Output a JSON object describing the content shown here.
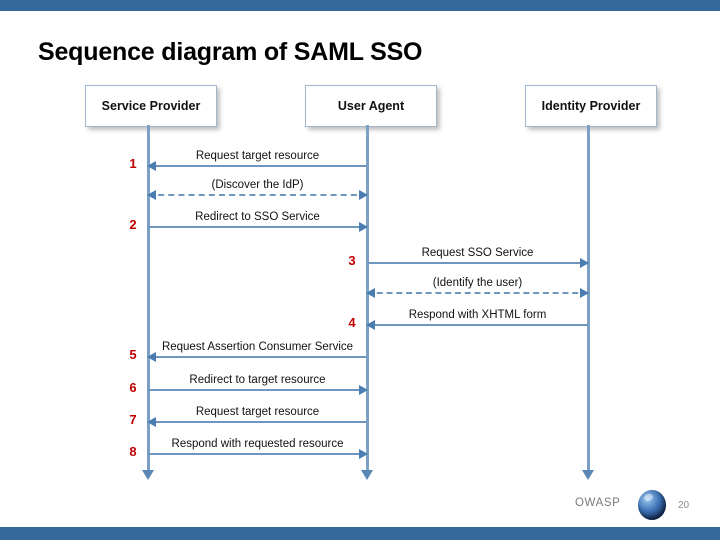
{
  "slide": {
    "title": "Sequence diagram of SAML SSO",
    "accent_color": "#35699c",
    "step_number_color": "#c00000",
    "arrow_color": "#6e97c0"
  },
  "actors": [
    {
      "id": "sp",
      "label": "Service Provider"
    },
    {
      "id": "ua",
      "label": "User Agent"
    },
    {
      "id": "idp",
      "label": "Identity Provider"
    }
  ],
  "messages": [
    {
      "step": "1",
      "label": "Request target resource",
      "from": "ua",
      "to": "sp",
      "direction": "left",
      "style": "solid"
    },
    {
      "step": "",
      "label": "(Discover the IdP)",
      "from": "sp",
      "to": "ua",
      "direction": "both",
      "style": "dashed"
    },
    {
      "step": "2",
      "label": "Redirect to SSO Service",
      "from": "sp",
      "to": "ua",
      "direction": "right",
      "style": "solid"
    },
    {
      "step": "3",
      "label": "Request SSO Service",
      "from": "ua",
      "to": "idp",
      "direction": "right",
      "style": "solid"
    },
    {
      "step": "",
      "label": "(Identify the user)",
      "from": "ua",
      "to": "idp",
      "direction": "both",
      "style": "dashed"
    },
    {
      "step": "4",
      "label": "Respond with XHTML form",
      "from": "idp",
      "to": "ua",
      "direction": "left",
      "style": "solid"
    },
    {
      "step": "5",
      "label": "Request Assertion Consumer Service",
      "from": "ua",
      "to": "sp",
      "direction": "left",
      "style": "solid"
    },
    {
      "step": "6",
      "label": "Redirect to target resource",
      "from": "sp",
      "to": "ua",
      "direction": "right",
      "style": "solid"
    },
    {
      "step": "7",
      "label": "Request target resource",
      "from": "ua",
      "to": "sp",
      "direction": "left",
      "style": "solid"
    },
    {
      "step": "8",
      "label": "Respond with requested resource",
      "from": "sp",
      "to": "ua",
      "direction": "right",
      "style": "solid"
    }
  ],
  "footer": {
    "brand": "OWASP",
    "page_number": "20"
  }
}
